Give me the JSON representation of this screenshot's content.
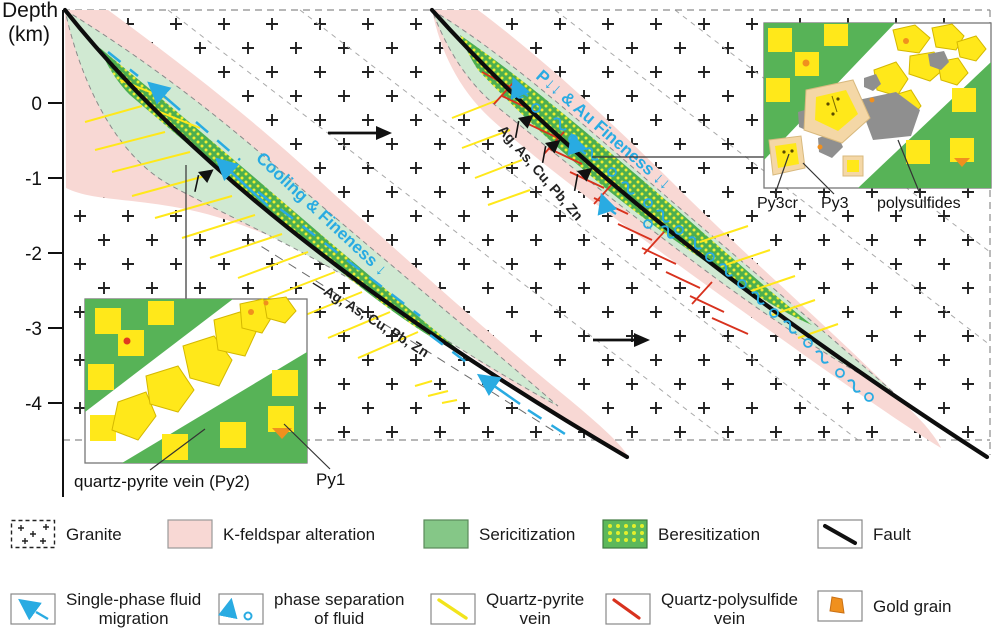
{
  "figure": {
    "axis": {
      "title_line1": "Depth",
      "title_line2": "(km)",
      "ticks": [
        "0",
        "-1",
        "-2",
        "-3",
        "-4"
      ]
    },
    "annotations": {
      "fault1_process": "Cooling & Fineness ↓",
      "fault1_metals": "—Ag, As, Cu, Pb, Zn",
      "fault2_process": "P↓↓ & Au Fineness ↓↓",
      "fault2_metals": "Ag, As, Cu, Pb, Zn"
    },
    "inset_left": {
      "caption": "quartz-pyrite vein (Py2)",
      "py1_label": "Py1"
    },
    "inset_right": {
      "py3cr_label": "Py3cr",
      "py3_label": "Py3",
      "polysulfides_label": "polysulfides"
    }
  },
  "legend": {
    "row1": [
      {
        "label": "Granite"
      },
      {
        "label": "K-feldspar alteration"
      },
      {
        "label": "Sericitization"
      },
      {
        "label": "Beresitization"
      },
      {
        "label": "Fault"
      }
    ],
    "row2": [
      {
        "line1": "Single-phase fluid",
        "line2": "migration"
      },
      {
        "line1": "phase separation",
        "line2": "of fluid"
      },
      {
        "line1": "Quartz-pyrite",
        "line2": "vein"
      },
      {
        "line1": "Quartz-polysulfide",
        "line2": "vein"
      },
      {
        "line1": "Gold grain",
        "line2": ""
      }
    ]
  },
  "colors": {
    "kfeldspar_pink": "#f8d8d4",
    "sericitization_halo": "#d0e9d2",
    "sericitization_legend": "#85c787",
    "beresitization_green": "#4cae50",
    "vein_yellow": "#ffe81a",
    "polysulfide_red": "#d8321e",
    "fluid_blue": "#29abe2",
    "gold_orange": "#f0901e",
    "polysulfide_gray": "#8f8f8f",
    "py3_rim_tan": "#f4d7a6",
    "inset_green": "#57b357",
    "fault_black": "#111111"
  }
}
